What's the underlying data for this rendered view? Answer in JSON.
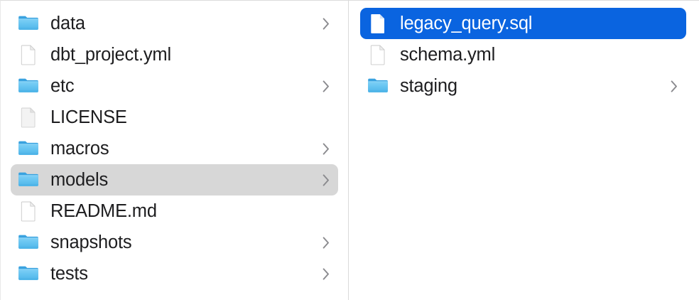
{
  "window": {
    "view_mode": "column",
    "accent_color": "#0a64e0",
    "inactive_selection_color": "#d7d7d7",
    "text_color": "#1d1d1f",
    "selected_text_color": "#ffffff",
    "divider_color": "#dadada",
    "folder_icon_color": "#61c3f2",
    "file_icon_color": "#ffffff"
  },
  "columns": [
    {
      "name": "project-root-column",
      "items": [
        {
          "label": "data",
          "kind": "folder",
          "icon": "folder-icon",
          "has_chevron": true,
          "selected": false,
          "selection_state": "none"
        },
        {
          "label": "dbt_project.yml",
          "kind": "file",
          "icon": "file-icon",
          "has_chevron": false,
          "selected": false,
          "selection_state": "none"
        },
        {
          "label": "etc",
          "kind": "folder",
          "icon": "folder-icon",
          "has_chevron": true,
          "selected": false,
          "selection_state": "none"
        },
        {
          "label": "LICENSE",
          "kind": "file",
          "icon": "file-plain-icon",
          "has_chevron": false,
          "selected": false,
          "selection_state": "none"
        },
        {
          "label": "macros",
          "kind": "folder",
          "icon": "folder-icon",
          "has_chevron": true,
          "selected": false,
          "selection_state": "none"
        },
        {
          "label": "models",
          "kind": "folder",
          "icon": "folder-icon",
          "has_chevron": true,
          "selected": true,
          "selection_state": "inactive"
        },
        {
          "label": "README.md",
          "kind": "file",
          "icon": "file-icon",
          "has_chevron": false,
          "selected": false,
          "selection_state": "none"
        },
        {
          "label": "snapshots",
          "kind": "folder",
          "icon": "folder-icon",
          "has_chevron": true,
          "selected": false,
          "selection_state": "none"
        },
        {
          "label": "tests",
          "kind": "folder",
          "icon": "folder-icon",
          "has_chevron": true,
          "selected": false,
          "selection_state": "none"
        }
      ]
    },
    {
      "name": "models-column",
      "items": [
        {
          "label": "legacy_query.sql",
          "kind": "file",
          "icon": "file-icon",
          "has_chevron": false,
          "selected": true,
          "selection_state": "active"
        },
        {
          "label": "schema.yml",
          "kind": "file",
          "icon": "file-icon",
          "has_chevron": false,
          "selected": false,
          "selection_state": "none"
        },
        {
          "label": "staging",
          "kind": "folder",
          "icon": "folder-icon",
          "has_chevron": true,
          "selected": false,
          "selection_state": "none"
        }
      ]
    }
  ]
}
